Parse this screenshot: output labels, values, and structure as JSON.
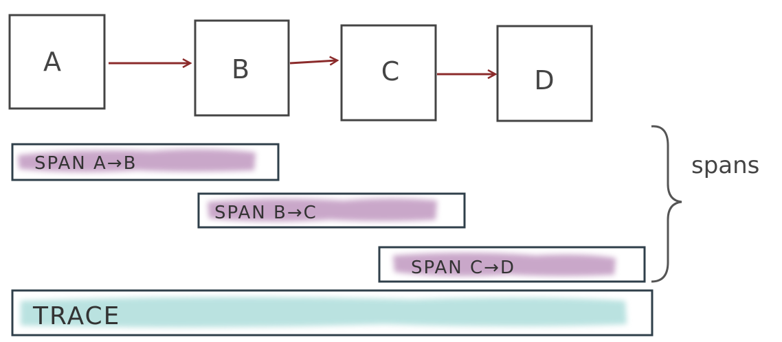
{
  "nodes": [
    {
      "id": "A",
      "label": "A"
    },
    {
      "id": "B",
      "label": "B"
    },
    {
      "id": "C",
      "label": "C"
    },
    {
      "id": "D",
      "label": "D"
    }
  ],
  "edges": [
    {
      "from": "A",
      "to": "B"
    },
    {
      "from": "B",
      "to": "C"
    },
    {
      "from": "C",
      "to": "D"
    }
  ],
  "spans": [
    {
      "label": "SPAN A→B"
    },
    {
      "label": "SPAN B→C"
    },
    {
      "label": "SPAN C→D"
    }
  ],
  "trace": {
    "label": "TRACE"
  },
  "brace": {
    "label": "spans"
  },
  "colors": {
    "stroke": "#444444",
    "arrow": "#8b2b2b",
    "span_highlight": "#b88ab8",
    "trace_highlight": "#a9dbd9",
    "box_border": "#2f3f4a"
  }
}
